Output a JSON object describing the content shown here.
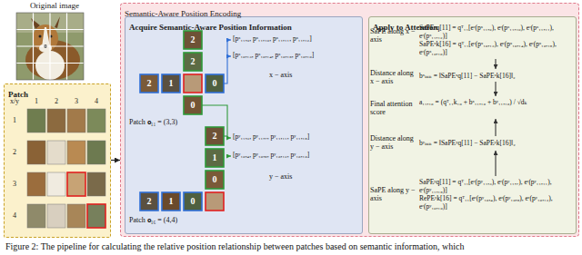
{
  "diagram": {
    "caption": "Figure 2: The pipeline for calculating the relative position relationship between patches based on semantic information, which",
    "nodes": [
      {
        "text": [
          "Patch"
        ]
      },
      {
        "text": [
          "Semantic-Aware Position Encoding"
        ]
      },
      {
        "text": [
          "Acquire Semantic-Aware Position Information"
        ],
        "in": 1
      },
      {
        "text": [
          "Apply to Attention"
        ],
        "in": 1
      }
    ],
    "edges": [
      {
        "from": 0,
        "to": 1,
        "arrow": "to"
      },
      {
        "from": 2,
        "to": 3,
        "arrow": "to"
      }
    ],
    "labels": [
      "Original image",
      "x/y",
      "1",
      "2",
      "3",
      "4",
      "1",
      "2",
      "3",
      "4",
      "2",
      "2",
      "2",
      "1",
      "0",
      "0",
      "Patch 𝐜₁₁ = (3,3)",
      "[pˣ₁₁,₉, pˣ₁₁,₁₀, pˣ₁₁,₁₁, pˣ₁₁,₁₂]",
      "[pˣ₁₆,₁₃, pˣ₁₆,₁₄, pˣ₁₆,₁₅, pˣ₁₆,₁₆]",
      "x − axis",
      "2",
      "1",
      "0",
      "2",
      "1",
      "0",
      "[pʸ₁₁,₃, pʸ₁₁,₇, pʸ₁₁,₁₁, pʸ₁₁,₁₅]",
      "[pʸ₁₆,₄, pʸ₁₆,₈, pʸ₁₆,₁₂, pʸ₁₆,₁₆]",
      "y − axis",
      "Patch 𝐜₁₆ = (4,4)",
      "SaPE along x − axis",
      "SaPEˣq[11] = qᵀ₁₁[eʳ(pˣ₁₁,₉), eʳ(pˣ₁₁,₁₀), eʳ(pˣ₁₁,₁₁), eʳ(pˣ₁₁,₁₂)]",
      "SaPEˣk[16] = qᵀ₁₁[eʳ(pˣ₁₆,₁₃), eʳ(pˣ₁₆,₁₄), eʳ(pˣ₁₆,₁₅), eʳ(pˣ₁₆,₁₆)]",
      "Distance along x − axis",
      "bˣₘₙ = ‖SaPEˣq[11] − SaPEˣk[16]‖₂",
      "Final attention score",
      "a₁₁,₁₆ = (qᵀ₁₁k₁₆ + bˣ₁₁,₁₆ + bʸ₁₁,₁₆) / √dₖ",
      "Distance along y − axis",
      "bʸₘₙ = ‖SaPEʸq[11] − SaPEʸk[16]‖₂",
      "SaPE along y − axis",
      "SaPEʸq[11] = qᵀ₁₁[eʳ(pʸ₁₁,₃), eʳ(pʸ₁₁,₇), eʳ(pʸ₁₁,₁₁), eʳ(pʸ₁₁,₁₅)]",
      "RePEʸk[16] = qᵀ₁₁[eʳ(pʸ₁₆,₄), eʳ(pʸ₁₆,₈), eʳ(pʸ₁₆,₁₂), eʳ(pʸ₁₆,₁₆)]"
    ]
  }
}
